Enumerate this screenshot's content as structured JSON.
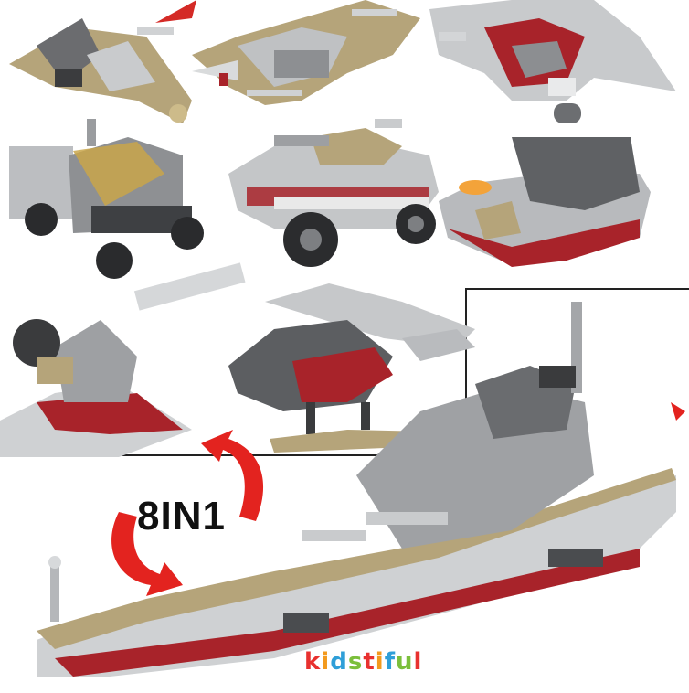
{
  "image": {
    "label_8in1": "8IN1",
    "brand_letters": [
      "k",
      "i",
      "d",
      "s",
      "t",
      "i",
      "f",
      "u",
      "l"
    ],
    "brand_colors": [
      "#e8312f",
      "#f39a1e",
      "#2f9fd8",
      "#7bbf3b",
      "#e8312f",
      "#f39a1e",
      "#2f9fd8",
      "#7bbf3b",
      "#e8312f"
    ],
    "builds": [
      "fighter-jet",
      "jet-plane",
      "red-jet",
      "armored-truck",
      "tank",
      "gunboat",
      "artillery-cannon",
      "helicopter",
      "battleship"
    ],
    "colors": {
      "tan": "#b5a47a",
      "grey": "#b9bcbf",
      "dark_grey": "#55575a",
      "red": "#a8232a",
      "arrow_red": "#e3231f"
    }
  }
}
